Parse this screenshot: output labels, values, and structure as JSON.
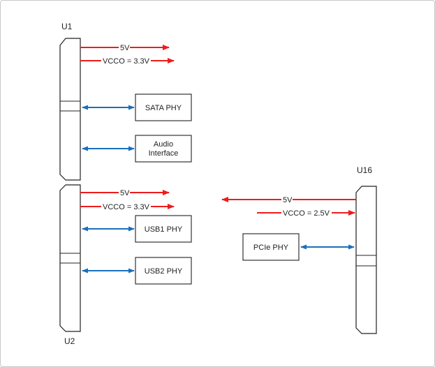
{
  "diagram": {
    "colors": {
      "power": "#ee1c1c",
      "data": "#1a6fbd",
      "outline": "#222222"
    },
    "chips": [
      {
        "id": "U1",
        "label": "U1"
      },
      {
        "id": "U2",
        "label": "U2"
      },
      {
        "id": "U16",
        "label": "U16"
      }
    ],
    "blocks": [
      {
        "id": "sata",
        "lines": [
          "SATA PHY"
        ]
      },
      {
        "id": "audio",
        "lines": [
          "Audio",
          "Interface"
        ]
      },
      {
        "id": "usb1",
        "lines": [
          "USB1 PHY"
        ]
      },
      {
        "id": "usb2",
        "lines": [
          "USB2 PHY"
        ]
      },
      {
        "id": "pcie",
        "lines": [
          "PCIe PHY"
        ]
      }
    ],
    "power_rails": [
      {
        "id": "u1-5v",
        "label": "5V"
      },
      {
        "id": "u1-vcco",
        "label": "VCCO = 3.3V"
      },
      {
        "id": "u2-5v",
        "label": "5V"
      },
      {
        "id": "u2-vcco",
        "label": "VCCO = 3.3V"
      },
      {
        "id": "u16-5v",
        "label": "5V"
      },
      {
        "id": "u16-vcco",
        "label": "VCCO = 2.5V"
      }
    ]
  }
}
